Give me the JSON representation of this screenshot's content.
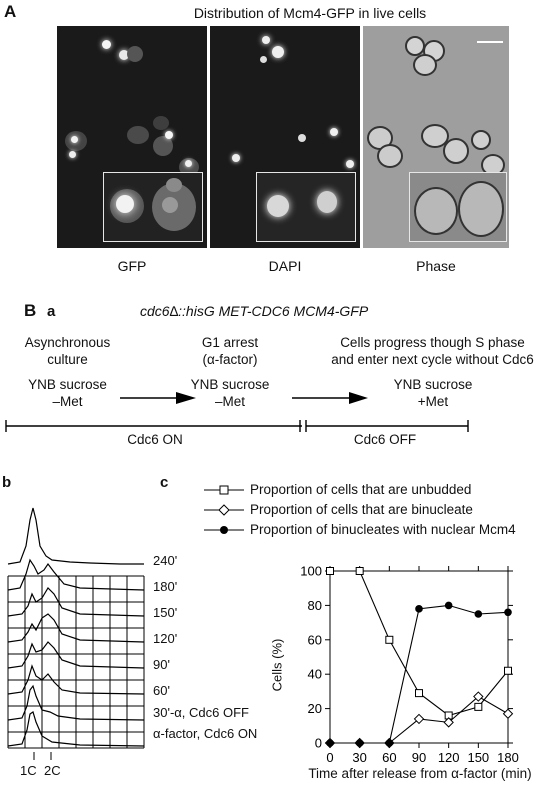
{
  "panelA": {
    "letter": "A",
    "title": "Distribution of Mcm4-GFP in live cells",
    "images": [
      {
        "label": "GFP"
      },
      {
        "label": "DAPI"
      },
      {
        "label": "Phase"
      }
    ]
  },
  "panelB": {
    "letter": "B",
    "sub": "a",
    "genotype": "cdc6∆::hisG MET-CDC6 MCM4-GFP",
    "stages": [
      {
        "heading": "Asynchronous\nculture",
        "medium": "YNB sucrose\n–Met"
      },
      {
        "heading": "G1 arrest\n(α-factor)",
        "medium": "YNB sucrose\n–Met"
      },
      {
        "heading": "Cells progress though S phase\nand enter next cycle without Cdc6",
        "medium": "YNB sucrose\n+Met"
      }
    ],
    "phases": [
      {
        "label": "Cdc6 ON"
      },
      {
        "label": "Cdc6 OFF"
      }
    ]
  },
  "panelBb": {
    "letter": "b",
    "timepoints": [
      "240'",
      "180'",
      "150'",
      "120'",
      "90'",
      "60'",
      "30'-α, Cdc6 OFF",
      "α-factor, Cdc6 ON"
    ],
    "xticks": [
      "1C",
      "2C"
    ]
  },
  "panelBc": {
    "letter": "c"
  },
  "chart_data": {
    "type": "line",
    "x": [
      0,
      30,
      60,
      90,
      120,
      150,
      180
    ],
    "xticks": [
      0,
      30,
      60,
      90,
      120,
      150,
      180
    ],
    "yticks": [
      0,
      20,
      40,
      60,
      80,
      100
    ],
    "xlim": [
      0,
      180
    ],
    "ylim": [
      0,
      100
    ],
    "xlabel": "Time after release from α-factor (min)",
    "ylabel": "Cells (%)",
    "series": [
      {
        "name": "Proportion of cells that are unbudded",
        "marker": "square",
        "values": [
          100,
          100,
          60,
          29,
          16,
          21,
          42
        ]
      },
      {
        "name": "Proportion of cells that are binucleate",
        "marker": "diamond",
        "values": [
          0,
          0,
          0,
          14,
          12,
          27,
          17
        ]
      },
      {
        "name": "Proportion of binucleates with nuclear Mcm4",
        "marker": "circle",
        "values": [
          0,
          0,
          0,
          78,
          80,
          75,
          76
        ]
      }
    ]
  }
}
